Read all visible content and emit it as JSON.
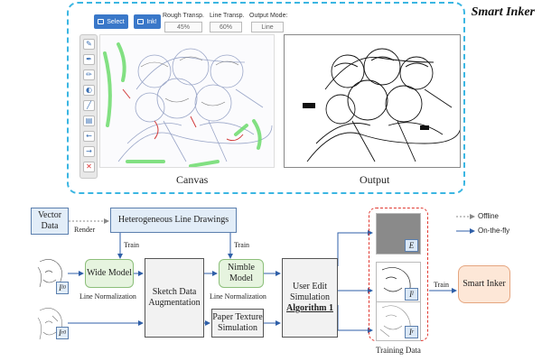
{
  "app": {
    "title": "Smart Inker",
    "select_label": "Select",
    "ink_label": "Ink!",
    "rough_label": "Rough Transp.",
    "rough_value": "45%",
    "line_label": "Line Transp.",
    "line_value": "60%",
    "mode_label": "Output Mode:",
    "mode_value": "Line",
    "canvas_caption": "Canvas",
    "output_caption": "Output",
    "tools": [
      "brush-icon",
      "pen-icon",
      "pencil-icon",
      "eraser-icon",
      "line-icon",
      "layers-icon",
      "undo-icon",
      "redo-icon",
      "clear-icon"
    ]
  },
  "pipeline": {
    "vector_data": "Vector Data",
    "render": "Render",
    "hetero": "Heterogeneous Line Drawings",
    "train_1": "Train",
    "train_2": "Train",
    "train_3": "Train",
    "wide_model": "Wide Model",
    "line_norm_1": "Line Normalization",
    "sketch_aug": "Sketch Data Augmentation",
    "nimble_model": "Nimble Model",
    "line_norm_2": "Line Normalization",
    "paper_texture": "Paper Texture Simulation",
    "user_edit": "User Edit Simulation",
    "algorithm": "Algorithm 1",
    "training_data": "Training Data",
    "smart_inker": "Smart Inker",
    "legend_offline": "Offline",
    "legend_onthefly": "On-the-fly",
    "label_E": "E",
    "label_Il": "I",
    "label_Il_sub": "l",
    "label_Ir": "I",
    "label_Ir_sub": "r",
    "label_I0_top": "I",
    "label_I0_top_sub": "l",
    "label_I0_top_sup": "0",
    "label_I0_bot": "I",
    "label_I0_bot_sub": "r",
    "label_I0_bot_sup": "0"
  },
  "colors": {
    "panel_border": "#3bb6e2",
    "button": "#3a78c9",
    "arrow_blue": "#2f5fa8",
    "training_border": "#e03a32",
    "smart_inker_fill": "#fde7d7",
    "model_fill": "#e6f4df"
  }
}
